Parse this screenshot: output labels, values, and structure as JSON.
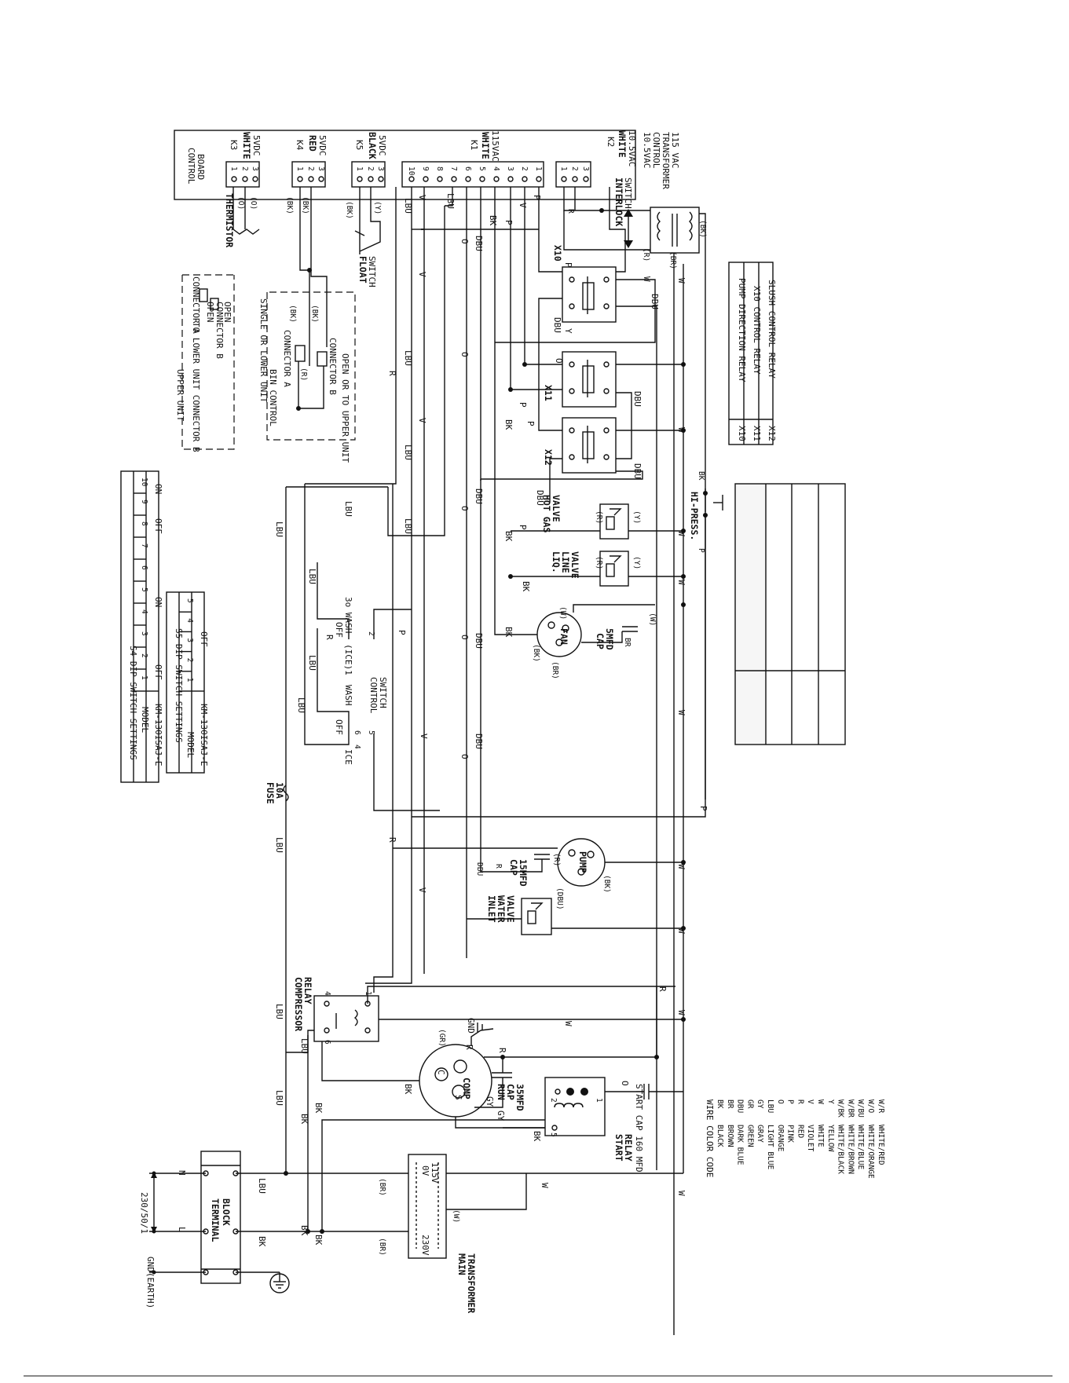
{
  "control_board": {
    "title": [
      "CONTROL",
      "BOARD"
    ],
    "connectors": [
      {
        "id": "k3",
        "name": "K3",
        "color": "WHITE",
        "voltage": "5VDC",
        "pins": [
          "1",
          "2",
          "3"
        ]
      },
      {
        "id": "k4",
        "name": "K4",
        "color": "RED",
        "voltage": "5VDC",
        "pins": [
          "1",
          "2",
          "3"
        ]
      },
      {
        "id": "k5",
        "name": "K5",
        "color": "BLACK",
        "voltage": "5VDC",
        "pins": [
          "1",
          "2",
          "3"
        ]
      },
      {
        "id": "k1",
        "name": "K1",
        "color": "WHITE",
        "voltage": "115VAC",
        "pins": [
          "10",
          "9",
          "8",
          "7",
          "6",
          "5",
          "4",
          "3",
          "2",
          "1"
        ]
      },
      {
        "id": "k2",
        "name": "K2",
        "color": "WHITE",
        "voltage": "10.5VAC",
        "pins": [
          "1",
          "2",
          "3"
        ]
      }
    ]
  },
  "components": {
    "thermistor": "THERMISTOR",
    "float_switch": [
      "FLOAT",
      "SWITCH"
    ],
    "interlock_switch": [
      "INTERLOCK",
      "SWITCH"
    ],
    "control_transformer": [
      "10.5VAC",
      "CONTROL",
      "TRANSFORMER",
      "115 VAC"
    ],
    "relays": [
      {
        "id": "x10",
        "name": "X10"
      },
      {
        "id": "x11",
        "name": "X11"
      },
      {
        "id": "x12",
        "name": "X12"
      }
    ],
    "hot_gas_valve": [
      "HOT GAS",
      "VALVE"
    ],
    "liq_line_valve": [
      "LIQ.",
      "LINE",
      "VALVE"
    ],
    "fan": "FAN",
    "fan_cap": [
      "CAP",
      "5MFD"
    ],
    "hi_press": "HI-PRESS.",
    "pump": "PUMP",
    "pump_cap": [
      "CAP",
      "15MFD"
    ],
    "inlet_water_valve": [
      "INLET",
      "WATER",
      "VALVE"
    ],
    "control_switch": [
      "CONTROL",
      "SWITCH"
    ],
    "fuse": [
      "FUSE",
      "10A"
    ],
    "compressor_relay": [
      "COMPRESSOR",
      "RELAY"
    ],
    "comp": "COMP",
    "run_cap": [
      "RUN",
      "CAP",
      "35MFD"
    ],
    "start_relay": [
      "START",
      "RELAY"
    ],
    "start_cap": "START CAP 160 MFD",
    "gnd": "GND",
    "terminal_block": [
      "TERMINAL",
      "BLOCK"
    ],
    "main_transformer": [
      "MAIN",
      "TRANSFORMER"
    ],
    "supply": "230/50/1",
    "ground_label": "GND(EARTH)",
    "transformer_taps": [
      "0V",
      "115V",
      "230V"
    ]
  },
  "upper_unit": {
    "title": "UPPER UNIT",
    "to_lower": "TO LOWER UNIT CONNECTOR B",
    "connector_a": "CONNECTOR A",
    "open_a": "OPEN",
    "connector_b": "CONNECTOR B",
    "open_b": "OPEN"
  },
  "lower_unit": {
    "title": [
      "SINGLE OR LOWER UNIT",
      "BIN CONTROL"
    ],
    "connector_a": "CONNECTOR A",
    "connector_b": "CONNECTOR B",
    "open_to_upper": "OPEN OR TO UPPER UNIT"
  },
  "control_switch_positions": {
    "off_top": "OFF",
    "wash_30": "3o WASH",
    "wash": "WASH",
    "ice_1": "(ICE)1",
    "off_bottom": "OFF",
    "ice": "ICE",
    "terms": [
      "1",
      "2",
      "3",
      "4",
      "5",
      "6"
    ]
  },
  "s4_table": {
    "title": "S4 DIP SWITCH SETTINGS",
    "header": [
      "MODEL",
      "1",
      "2",
      "3",
      "4",
      "5",
      "6",
      "7",
      "8",
      "9",
      "10"
    ],
    "row": {
      "model": "KM-130ISAJ-E",
      "off1": "OFF",
      "on1": "ON",
      "off2": "OFF",
      "on2": "ON"
    }
  },
  "s5_table": {
    "title": "S5 DIP SWITCH SETTINGS",
    "header": [
      "MODEL",
      "1",
      "2",
      "3",
      "4",
      "5"
    ],
    "row": {
      "model": "KM-130ISAJ-E",
      "off": "OFF"
    }
  },
  "relay_legend": [
    {
      "id": "X10",
      "desc": "PUMP DIRECTION RELAY"
    },
    {
      "id": "X11",
      "desc": "X10 CONTROL RELAY"
    },
    {
      "id": "X12",
      "desc": "SLUSH CONTROL RELAY"
    }
  ],
  "color_code": {
    "title": "WIRE COLOR CODE",
    "entries": [
      {
        "code": "BK",
        "name": "BLACK"
      },
      {
        "code": "BR",
        "name": "BROWN"
      },
      {
        "code": "DBU",
        "name": "DARK BLUE"
      },
      {
        "code": "GR",
        "name": "GREEN"
      },
      {
        "code": "GY",
        "name": "GRAY"
      },
      {
        "code": "LBU",
        "name": "LIGHT BLUE"
      },
      {
        "code": "O",
        "name": "ORANGE"
      },
      {
        "code": "P",
        "name": "PINK"
      },
      {
        "code": "R",
        "name": "RED"
      },
      {
        "code": "V",
        "name": "VIOLET"
      },
      {
        "code": "W",
        "name": "WHITE"
      },
      {
        "code": "Y",
        "name": "YELLOW"
      },
      {
        "code": "W/BK",
        "name": "WHITE/BLACK"
      },
      {
        "code": "W/BR",
        "name": "WHITE/BROWN"
      },
      {
        "code": "W/BU",
        "name": "WHITE/BLUE"
      },
      {
        "code": "W/O",
        "name": "WHITE/ORANGE"
      },
      {
        "code": "W/R",
        "name": "WHITE/RED"
      }
    ]
  },
  "wire_labels": {
    "W": "W",
    "V": "V",
    "R": "R",
    "O": "O",
    "P": "P",
    "BK": "BK",
    "LBU": "LBU",
    "DBU": "DBU",
    "Y": "Y",
    "GY": "GY",
    "BR": "BR",
    "p_bk": "(BK)",
    "p_r": "(R)",
    "p_w": "(W)",
    "p_y": "(Y)",
    "p_o": "(O)",
    "p_br": "(BR)",
    "p_gr": "(GR)",
    "p_dbu": "(DBU)",
    "N": "N",
    "L": "L",
    "C": "C",
    "S": "S",
    "pin1": "1",
    "pin2": "2",
    "pin3": "3",
    "pin4": "4",
    "pin5": "5",
    "pin6": "6"
  }
}
